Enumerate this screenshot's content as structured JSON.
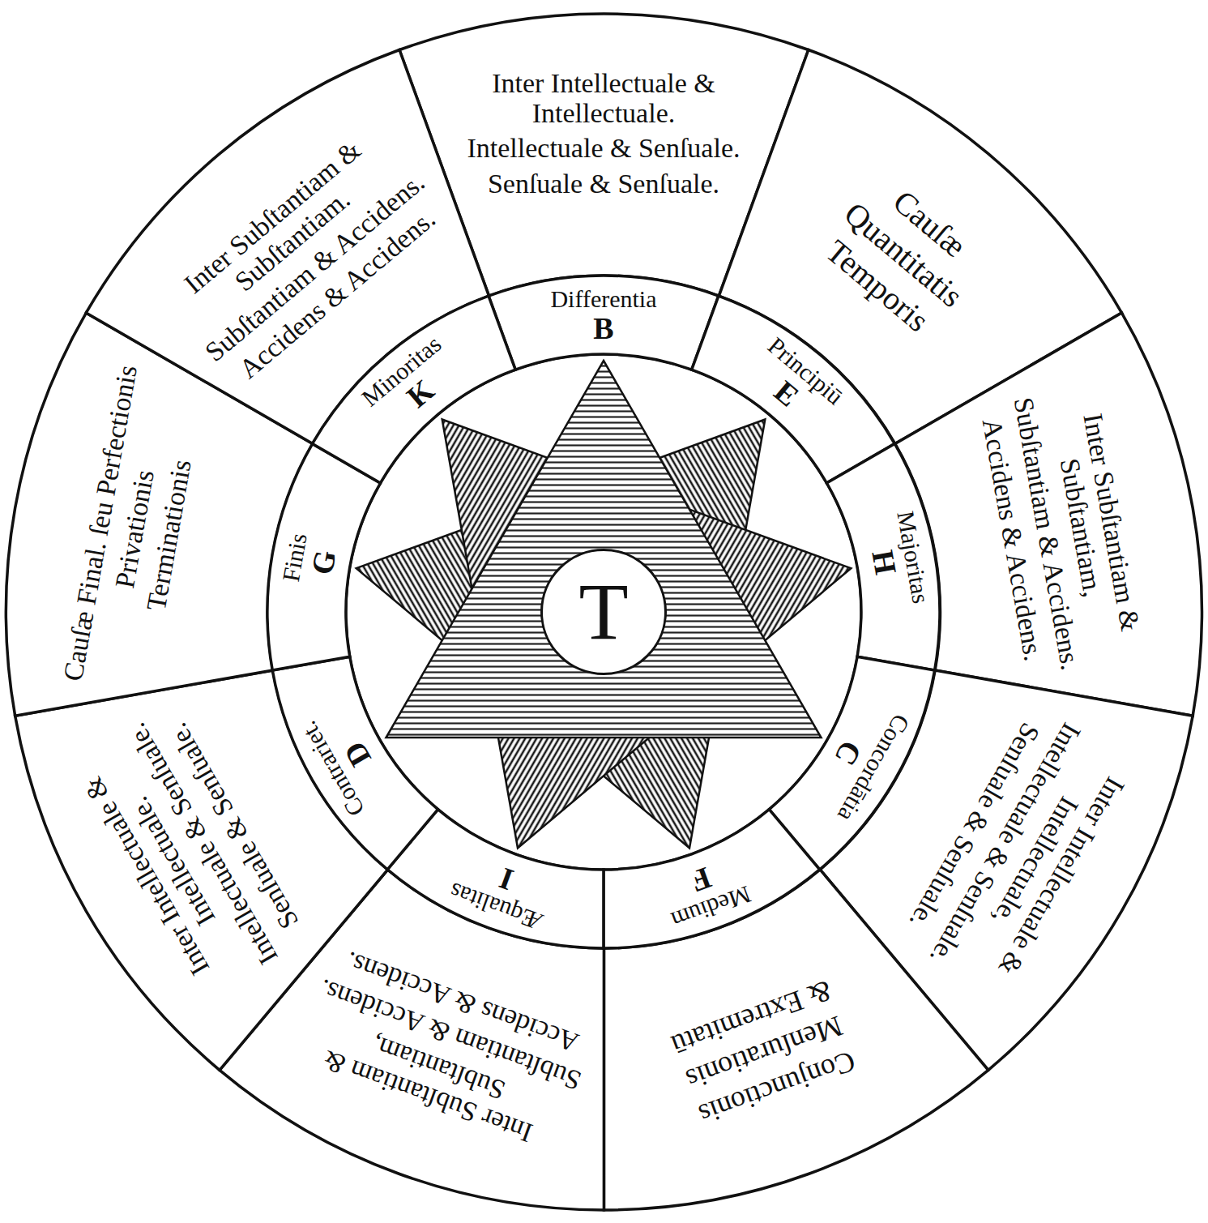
{
  "diagram": {
    "nodes": [
      {
        "text": [
          "Inter Intellectuale & Intellectuale.",
          "Intellectuale & Senſuale.",
          "Senſuale & Senſuale."
        ]
      },
      {
        "text": [
          "Cauſæ",
          "Quantitatis",
          "Temporis"
        ]
      },
      {
        "text": [
          "Inter Subſtantiam & Subſtantiam,",
          "Subſtantiam & Accidens.",
          "Accidens & Accidens."
        ]
      },
      {
        "text": [
          "Inter Intellectuale & Intellectuale,",
          "Intellectuale & Senſuale.",
          "Senſuale & Senſuale."
        ]
      },
      {
        "text": [
          "Conjunctionis",
          "Menſurationis",
          "& Extremitatū"
        ]
      },
      {
        "text": [
          "Inter Subſtantiam & Subſtantiam,",
          "Subſtantiam & Accidens.",
          "Accidens & Accidens."
        ]
      },
      {
        "text": [
          "Inter Intellectuale & Intellectuale.",
          "Intellectuale & Senſuale.",
          "Senſuale & Senſuale."
        ]
      },
      {
        "text": [
          "Cauſæ Final. ſeu Perfectionis",
          "Privationis",
          "Terminationis"
        ]
      },
      {
        "text": [
          "Inter Subſtantiam & Subſtantiam.",
          "Subſtantiam & Accidens.",
          "Accidens & Accidens."
        ]
      },
      {
        "text": [
          "Differentia",
          "B"
        ]
      },
      {
        "text": [
          "Principiū",
          "E"
        ]
      },
      {
        "text": [
          "Majoritas",
          "H"
        ]
      },
      {
        "text": [
          "Concordātia",
          "C"
        ]
      },
      {
        "text": [
          "Medium",
          "F"
        ]
      },
      {
        "text": [
          "Æqualitas",
          "I"
        ]
      },
      {
        "text": [
          "Contrariet.",
          "D"
        ]
      },
      {
        "text": [
          "Finis",
          "G"
        ]
      },
      {
        "text": [
          "Minoritas",
          "K"
        ]
      },
      {
        "text": [
          "T"
        ]
      }
    ]
  }
}
